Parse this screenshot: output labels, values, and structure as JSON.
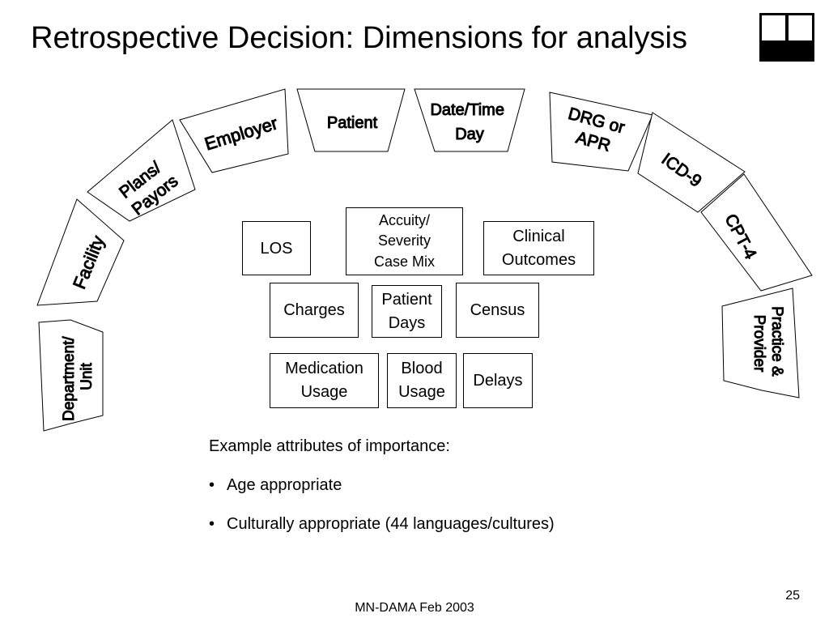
{
  "header": {
    "title": "Retrospective Decision:  Dimensions for analysis"
  },
  "arc_labels": {
    "department_unit": [
      "Department/",
      "Unit"
    ],
    "facility": [
      "Facility"
    ],
    "plans_payors": [
      "Plans/",
      "Payors"
    ],
    "employer": [
      "Employer"
    ],
    "patient": [
      "Patient"
    ],
    "date_time_day": [
      "Date/Time",
      "Day"
    ],
    "drg_apr": [
      "DRG or",
      "APR"
    ],
    "icd9": [
      "ICD-9"
    ],
    "cpt4": [
      "CPT-4"
    ],
    "practice_provider": [
      "Practice &",
      "Provider"
    ]
  },
  "measures": {
    "los": [
      "LOS"
    ],
    "acuity": [
      "Accuity/",
      "Severity",
      "Case Mix"
    ],
    "clinical_outcomes": [
      "Clinical",
      "Outcomes"
    ],
    "charges": [
      "Charges"
    ],
    "patient_days": [
      "Patient",
      "Days"
    ],
    "census": [
      "Census"
    ],
    "medication_usage": [
      "Medication",
      "Usage"
    ],
    "blood_usage": [
      "Blood",
      "Usage"
    ],
    "delays": [
      "Delays"
    ]
  },
  "attributes": {
    "heading": "Example attributes of importance:",
    "bullet_char": "•",
    "items": [
      "Age appropriate",
      "Culturally appropriate  (44 languages/cultures)"
    ]
  },
  "footer": {
    "page_number": "25",
    "text": "MN-DAMA  Feb 2003"
  }
}
